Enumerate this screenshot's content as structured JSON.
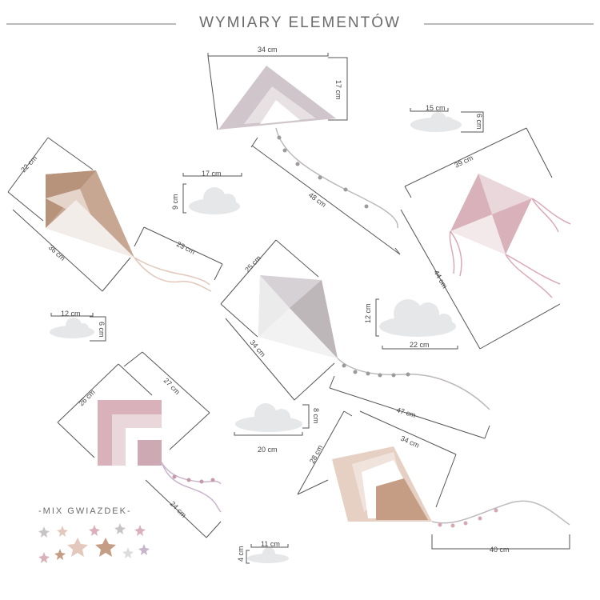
{
  "title": "WYMIARY ELEMENTÓW",
  "stars_label": "-MIX GWIAZDEK-",
  "dims": {
    "top_kite_w": "34 cm",
    "top_kite_h": "17 cm",
    "top_kite_tail": "48 cm",
    "left_kite_a": "22 cm",
    "left_kite_b": "36 cm",
    "left_kite_tail": "23 cm",
    "right_kite_a": "39 cm",
    "right_kite_b": "44 cm",
    "center_kite_a": "25 cm",
    "center_kite_b": "34 cm",
    "center_kite_tail": "47 cm",
    "square_kite_a": "26 cm",
    "square_kite_b": "27 cm",
    "square_kite_tail": "24 cm",
    "br_kite_a": "28 cm",
    "br_kite_b": "34 cm",
    "br_kite_tail": "40 cm",
    "cloud1_w": "15 cm",
    "cloud1_h": "6 cm",
    "cloud2_w": "17 cm",
    "cloud2_h": "9 cm",
    "cloud3_w": "12 cm",
    "cloud3_h": "6 cm",
    "cloud4_w": "22 cm",
    "cloud4_h": "12 cm",
    "cloud5_w": "20 cm",
    "cloud5_h": "8 cm",
    "cloud6_w": "11 cm",
    "cloud6_h": "4 cm"
  },
  "colors": {
    "rose": "#d8b1bb",
    "gold": "#c9a98f",
    "grey": "#c8c4c6",
    "cloud": "#e6e7e8",
    "line": "#555555"
  }
}
